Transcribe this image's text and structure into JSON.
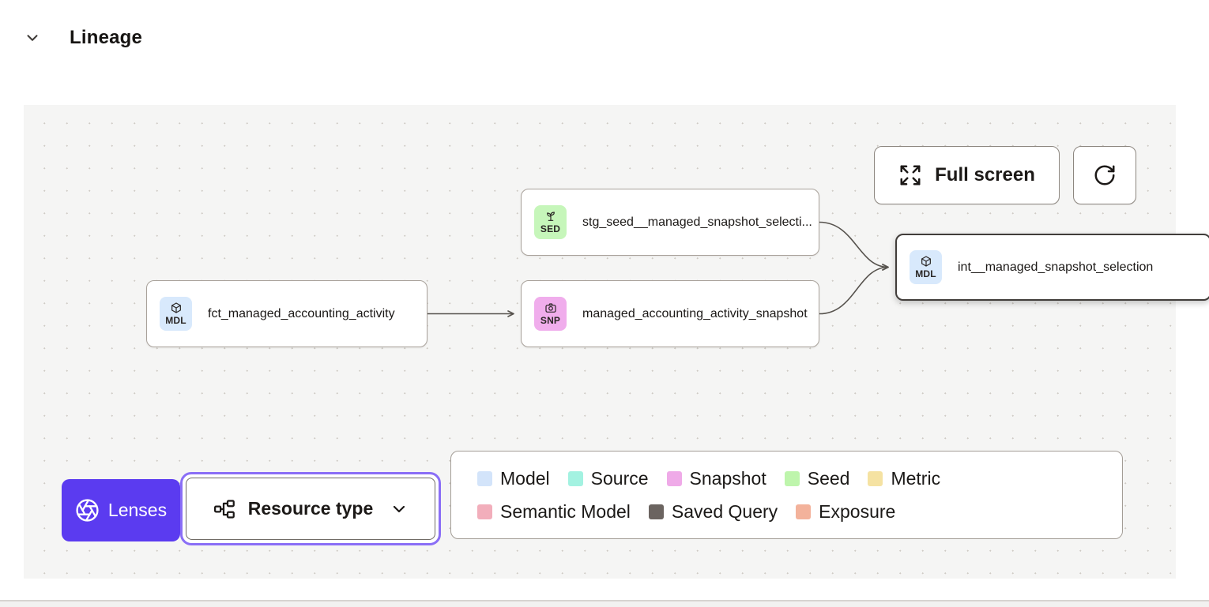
{
  "header": {
    "title": "Lineage"
  },
  "toolbar": {
    "full_screen_label": "Full screen"
  },
  "nodes": [
    {
      "code": "SED",
      "label": "stg_seed__managed_snapshot_selecti...",
      "badge_color": "#c6f6ba"
    },
    {
      "code": "MDL",
      "label": "fct_managed_accounting_activity",
      "badge_color": "#d8e9fc"
    },
    {
      "code": "SNP",
      "label": "managed_accounting_activity_snapshot",
      "badge_color": "#f0adec"
    },
    {
      "code": "MDL",
      "label": "int__managed_snapshot_selection",
      "badge_color": "#d8e9fc"
    }
  ],
  "lenses": {
    "label": "Lenses",
    "background": "#5b3bf0"
  },
  "resource_type": {
    "label": "Resource type"
  },
  "legend": {
    "rows": [
      [
        {
          "label": "Model",
          "color": "#d3e4fa"
        },
        {
          "label": "Source",
          "color": "#a3f2e1"
        },
        {
          "label": "Snapshot",
          "color": "#efaae8"
        },
        {
          "label": "Seed",
          "color": "#bef5ac"
        },
        {
          "label": "Metric",
          "color": "#f5e2a2"
        }
      ],
      [
        {
          "label": "Semantic Model",
          "color": "#f2aebb"
        },
        {
          "label": "Saved Query",
          "color": "#6b6460"
        },
        {
          "label": "Exposure",
          "color": "#f3b29b"
        }
      ]
    ]
  }
}
